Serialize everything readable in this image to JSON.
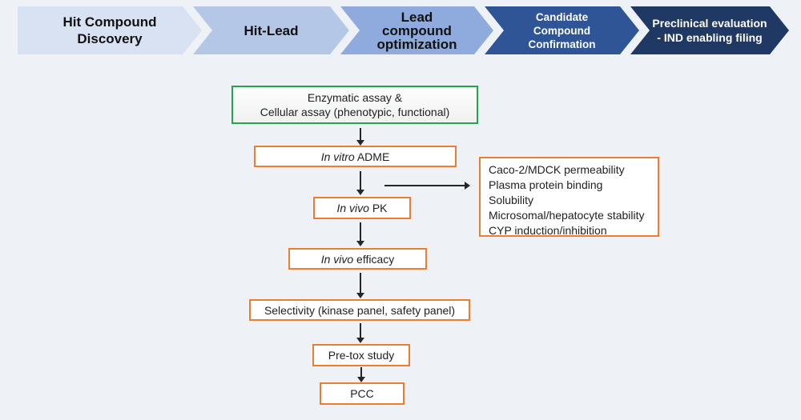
{
  "pipeline": {
    "stages": [
      {
        "label_lines": [
          "Hit Compound",
          "Discovery"
        ],
        "bg": "#d9e2f3",
        "text_color": "#111111"
      },
      {
        "label_lines": [
          "Hit-Lead"
        ],
        "bg": "#b4c7e7",
        "text_color": "#111111"
      },
      {
        "label_lines": [
          "Lead",
          "compound",
          "optimization"
        ],
        "bg": "#8faadc",
        "text_color": "#111111"
      },
      {
        "label_lines": [
          "Candidate",
          "Compound",
          "Confirmation"
        ],
        "bg": "#2f5597",
        "text_color": "#ffffff"
      },
      {
        "label_lines": [
          "Preclinical evaluation",
          "- IND enabling filing"
        ],
        "bg": "#1f3864",
        "text_color": "#ffffff"
      }
    ]
  },
  "flowchart": {
    "accent_color": "#ed7d31",
    "assay_box": {
      "border_color": "#21a54d",
      "lines": [
        "Enzymatic assay &",
        "Cellular assay (phenotypic, functional)"
      ]
    },
    "steps": [
      {
        "italic": "In vitro",
        "text": " ADME"
      },
      {
        "italic": "In vivo",
        "text": " PK"
      },
      {
        "italic": "In vivo",
        "text": " efficacy"
      },
      {
        "italic": "",
        "text": "Selectivity (kinase panel, safety panel)"
      },
      {
        "italic": "",
        "text": "Pre-tox study"
      },
      {
        "italic": "",
        "text": "PCC"
      }
    ],
    "detail_box": {
      "items": [
        "Caco-2/MDCK permeability",
        "Plasma protein binding",
        "Solubility",
        "Microsomal/hepatocyte stability",
        "CYP induction/inhibition"
      ]
    }
  }
}
